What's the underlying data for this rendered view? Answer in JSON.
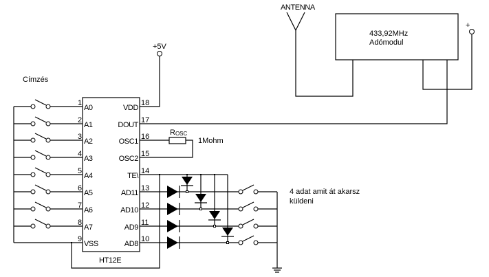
{
  "labels": {
    "address_title": "Címzés",
    "supply": "+5V",
    "antenna": "ANTENNA",
    "module_freq": "433,92MHz",
    "module_name": "Adómodul",
    "module_plus": "+",
    "resistor_name": "R",
    "resistor_sub": "OSC",
    "resistor_value": "1Mohm",
    "data_note_line1": "4 adat amit át akarsz",
    "data_note_line2": "küldeni"
  },
  "ic": {
    "name": "HT12E",
    "left_pins": [
      {
        "num": "1",
        "name": "A0"
      },
      {
        "num": "2",
        "name": "A1"
      },
      {
        "num": "3",
        "name": "A2"
      },
      {
        "num": "4",
        "name": "A3"
      },
      {
        "num": "5",
        "name": "A4"
      },
      {
        "num": "6",
        "name": "A5"
      },
      {
        "num": "7",
        "name": "A6"
      },
      {
        "num": "8",
        "name": "A7"
      },
      {
        "num": "9",
        "name": "VSS"
      }
    ],
    "right_pins": [
      {
        "num": "18",
        "name": "VDD"
      },
      {
        "num": "17",
        "name": "DOUT"
      },
      {
        "num": "16",
        "name": "OSC1"
      },
      {
        "num": "15",
        "name": "OSC2"
      },
      {
        "num": "14",
        "name": "TE\\"
      },
      {
        "num": "13",
        "name": "AD11"
      },
      {
        "num": "12",
        "name": "AD10"
      },
      {
        "num": "11",
        "name": "AD9"
      },
      {
        "num": "10",
        "name": "AD8"
      }
    ]
  },
  "address_switch_count": 8,
  "data_switch_count": 4
}
